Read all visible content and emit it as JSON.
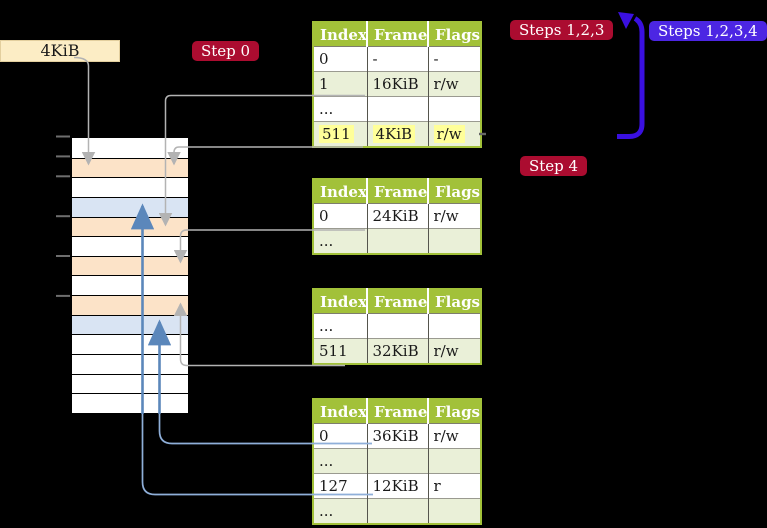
{
  "colors": {
    "header_green": "#a2c139",
    "row_green": "#eaf0d8",
    "peach": "#fce3c8",
    "light_blue": "#d9e4f3",
    "highlight_yellow": "#ffff99",
    "badge_red": "#ab0c30",
    "badge_blue": "#4c26e3",
    "arrow_blue": "#3a10e0",
    "connector_gray": "#b3b3b3",
    "connector_blue": "#8fafd9",
    "strip_arrow_blue": "#5b87bb",
    "frame_box_bg": "#fcedc5",
    "frame_box_border": "#e3cf9e"
  },
  "frame_label": "4KiB",
  "badges": {
    "step0": "Step 0",
    "steps123": "Steps 1,2,3",
    "steps1234": "Steps 1,2,3,4",
    "step4": "Step 4"
  },
  "memory_strip": {
    "rows": [
      "white",
      "peach",
      "white",
      "blue",
      "peach",
      "white",
      "peach",
      "white",
      "peach",
      "blue",
      "white",
      "white",
      "white",
      "white"
    ]
  },
  "tables": [
    {
      "name": "page-table-level4",
      "headers": [
        "Index",
        "Frame",
        "Flags"
      ],
      "rows": [
        {
          "cells": [
            "0",
            "-",
            "-"
          ],
          "shaded": false,
          "highlight": false
        },
        {
          "cells": [
            "1",
            "16KiB",
            "r/w"
          ],
          "shaded": true,
          "highlight": false
        },
        {
          "cells": [
            "...",
            "",
            ""
          ],
          "shaded": false,
          "highlight": false
        },
        {
          "cells": [
            "511",
            "4KiB",
            "r/w"
          ],
          "shaded": true,
          "highlight": true
        }
      ]
    },
    {
      "name": "page-table-level3",
      "headers": [
        "Index",
        "Frame",
        "Flags"
      ],
      "rows": [
        {
          "cells": [
            "0",
            "24KiB",
            "r/w"
          ],
          "shaded": false,
          "highlight": false
        },
        {
          "cells": [
            "...",
            "",
            ""
          ],
          "shaded": true,
          "highlight": false
        }
      ]
    },
    {
      "name": "page-table-level2",
      "headers": [
        "Index",
        "Frame",
        "Flags"
      ],
      "rows": [
        {
          "cells": [
            "...",
            "",
            ""
          ],
          "shaded": false,
          "highlight": false
        },
        {
          "cells": [
            "511",
            "32KiB",
            "r/w"
          ],
          "shaded": true,
          "highlight": false
        }
      ]
    },
    {
      "name": "page-table-level1",
      "headers": [
        "Index",
        "Frame",
        "Flags"
      ],
      "rows": [
        {
          "cells": [
            "0",
            "36KiB",
            "r/w"
          ],
          "shaded": false,
          "highlight": false
        },
        {
          "cells": [
            "...",
            "",
            ""
          ],
          "shaded": true,
          "highlight": false
        },
        {
          "cells": [
            "127",
            "12KiB",
            "r"
          ],
          "shaded": false,
          "highlight": false
        },
        {
          "cells": [
            "...",
            "",
            ""
          ],
          "shaded": true,
          "highlight": false
        }
      ]
    }
  ]
}
